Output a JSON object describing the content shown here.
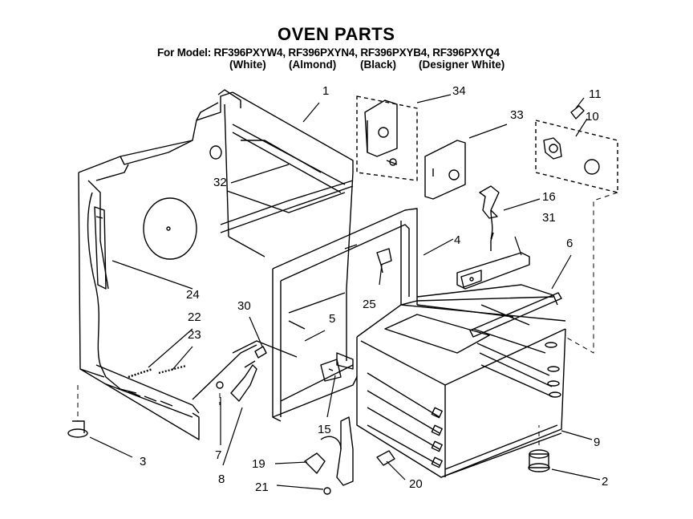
{
  "title": "OVEN PARTS",
  "model_line": "For Model: RF396PXYW4, RF396PXYN4, RF396PXYB4, RF396PXYQ4",
  "colors": [
    "(White)",
    "(Almond)",
    "(Black)",
    "(Designer White)"
  ],
  "callouts": {
    "c1": "1",
    "c2": "2",
    "c3": "3",
    "c4": "4",
    "c5": "5",
    "c6": "6",
    "c7": "7",
    "c8": "8",
    "c9": "9",
    "c10": "10",
    "c11": "11",
    "c15": "15",
    "c16": "16",
    "c19": "19",
    "c20": "20",
    "c21": "21",
    "c22": "22",
    "c23": "23",
    "c24": "24",
    "c25": "25",
    "c30": "30",
    "c31": "31",
    "c32": "32",
    "c33": "33",
    "c34": "34"
  }
}
